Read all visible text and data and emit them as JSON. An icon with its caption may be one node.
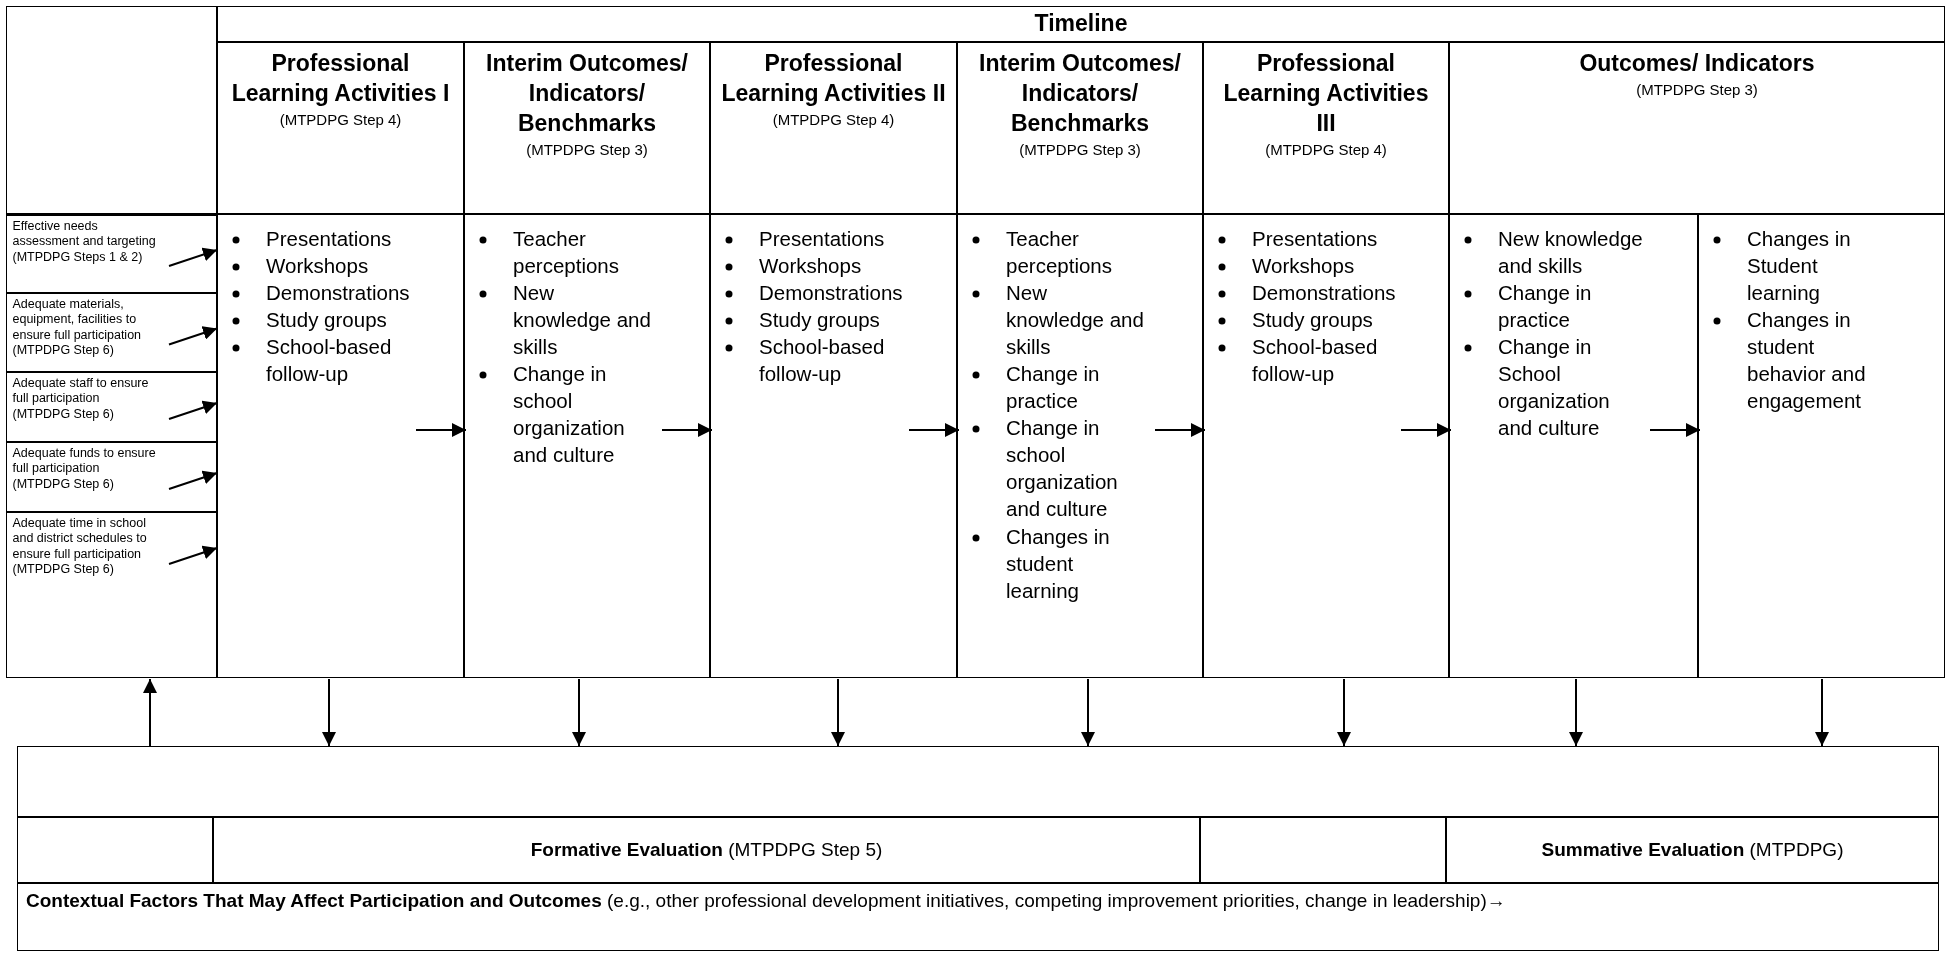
{
  "diagram": {
    "nodes": [
      {
        "text": [
          "Timeline"
        ]
      },
      {
        "text": [
          "Professional Learning Activities I",
          "(MTPDPG Step 4)"
        ]
      },
      {
        "text": [
          "Interim Outcomes/ Indicators/ Benchmarks",
          "(MTPDPG Step 3)"
        ]
      },
      {
        "text": [
          "Professional Learning Activities II",
          "(MTPDPG Step 4)"
        ]
      },
      {
        "text": [
          "Interim Outcomes/ Indicators/ Benchmarks",
          "(MTPDPG Step 3)"
        ]
      },
      {
        "text": [
          "Professional Learning Activities III",
          "(MTPDPG Step 4)"
        ]
      },
      {
        "text": [
          "Outcomes/ Indicators",
          "(MTPDPG Step 3)"
        ]
      },
      {
        "text": [],
        "shape": "box"
      },
      {
        "text": [
          "Effective needs assessment and targeting",
          "(MTPDPG Steps 1 & 2)"
        ],
        "in": 7
      },
      {
        "text": [
          "Adequate materials, equipment, facilities to ensure full participation",
          "(MTPDPG Step 6)"
        ],
        "in": 7
      },
      {
        "text": [
          "Adequate staff to ensure full participation",
          "(MTPDPG Step 6)"
        ],
        "in": 7
      },
      {
        "text": [
          "Adequate funds to ensure full participation",
          "(MTPDPG Step 6)"
        ],
        "in": 7
      },
      {
        "text": [
          "Adequate time in school and district schedules to ensure full participation",
          "(MTPDPG Step 6)"
        ],
        "in": 7
      },
      {
        "text": [
          "Presentations",
          "Workshops",
          "Demonstrations",
          "Study groups",
          "School-based follow-up"
        ]
      },
      {
        "text": [
          "Teacher perceptions",
          "New knowledge and skills",
          "Change in school organization and culture"
        ]
      },
      {
        "text": [
          "Presentations",
          "Workshops",
          "Demonstrations",
          "Study groups",
          "School-based follow-up"
        ]
      },
      {
        "text": [
          "Teacher perceptions",
          "New knowledge and skills",
          "Change in practice",
          "Change in school organization and culture",
          "Changes in student learning"
        ]
      },
      {
        "text": [
          "Presentations",
          "Workshops",
          "Demonstrations",
          "Study groups",
          "School-based follow-up"
        ]
      },
      {
        "text": [
          "New knowledge and skills",
          "Change in practice",
          "Change in School organization and culture"
        ]
      },
      {
        "text": [
          "Changes in Student learning",
          "Changes in student behavior and engagement"
        ]
      },
      {
        "text": [],
        "shape": "box"
      },
      {
        "text": [
          "**Formative Evaluation** (MTPDPG Step 5)"
        ]
      },
      {
        "text": [
          "**Summative Evaluation** (MTPDPG)"
        ]
      },
      {
        "text": [
          "**Contextual Factors That May Affect Participation and Outcomes** (e.g., other professional development initiatives, competing improvement priorities, change in leadership)→"
        ]
      }
    ],
    "edges": [
      {
        "from": 8,
        "to": 13,
        "arrow": "to"
      },
      {
        "from": 9,
        "to": 13,
        "arrow": "to"
      },
      {
        "from": 10,
        "to": 13,
        "arrow": "to"
      },
      {
        "from": 11,
        "to": 13,
        "arrow": "to"
      },
      {
        "from": 12,
        "to": 13,
        "arrow": "to"
      },
      {
        "from": 13,
        "to": 14,
        "arrow": "to"
      },
      {
        "from": 14,
        "to": 15,
        "arrow": "to"
      },
      {
        "from": 15,
        "to": 16,
        "arrow": "to"
      },
      {
        "from": 16,
        "to": 17,
        "arrow": "to"
      },
      {
        "from": 17,
        "to": 18,
        "arrow": "to"
      },
      {
        "from": 18,
        "to": 19,
        "arrow": "to"
      },
      {
        "from": 13,
        "to": 20,
        "arrow": "to"
      },
      {
        "from": 14,
        "to": 20,
        "arrow": "to"
      },
      {
        "from": 15,
        "to": 20,
        "arrow": "to"
      },
      {
        "from": 16,
        "to": 20,
        "arrow": "to"
      },
      {
        "from": 17,
        "to": 20,
        "arrow": "to"
      },
      {
        "from": 18,
        "to": 20,
        "arrow": "to"
      },
      {
        "from": 19,
        "to": 20,
        "arrow": "to"
      },
      {
        "from": 20,
        "to": 7,
        "arrow": "to"
      }
    ]
  }
}
